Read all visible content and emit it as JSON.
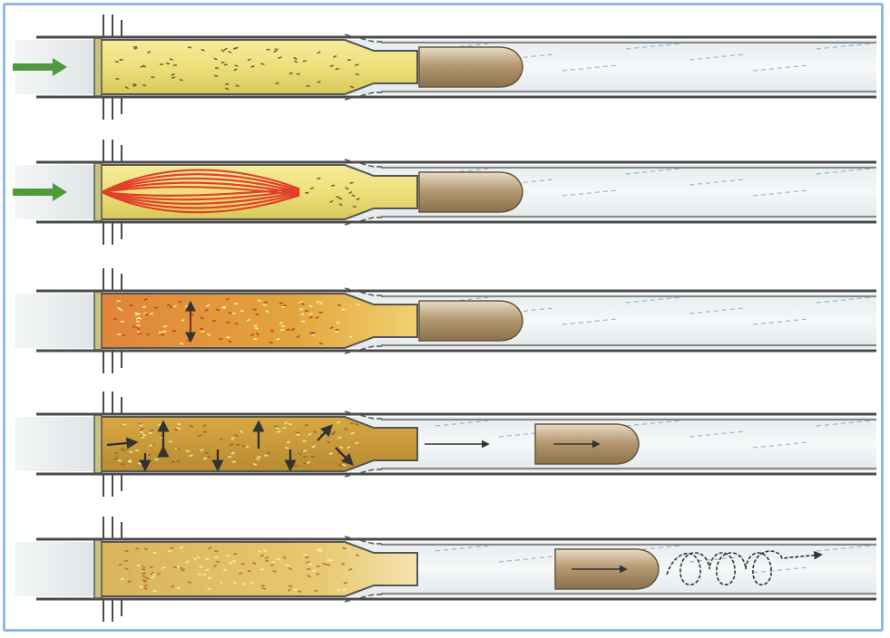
{
  "figure": {
    "frame_color": "#8fb8e8",
    "background": "#ffffff",
    "stages": [
      {
        "id": 1,
        "name": "firing-pin-strike",
        "propellant": "unburnt-powder",
        "bullet_position": "seated",
        "arrow_in": true,
        "flame": false
      },
      {
        "id": 2,
        "name": "primer-ignition",
        "propellant": "ignition-flame",
        "bullet_position": "seated",
        "arrow_in": true,
        "flame": true
      },
      {
        "id": 3,
        "name": "powder-burning",
        "propellant": "burning-powder",
        "bullet_position": "seated",
        "arrow_in": false,
        "flame": false
      },
      {
        "id": 4,
        "name": "gas-expansion",
        "propellant": "expanding-gas",
        "bullet_position": "moving",
        "arrow_in": false,
        "flame": false
      },
      {
        "id": 5,
        "name": "bullet-exit-spin",
        "propellant": "spent-gas",
        "bullet_position": "spinning",
        "arrow_in": false,
        "flame": false
      }
    ],
    "colors": {
      "barrel": "#4a4a4a",
      "bore": "#eef2f4",
      "powder_yellow": "#f2e27a",
      "powder_orange": "#e2a23c",
      "flame_red": "#e2402a",
      "bullet_copper": "#b59a72",
      "arrow_green": "#4e9a3c"
    }
  }
}
